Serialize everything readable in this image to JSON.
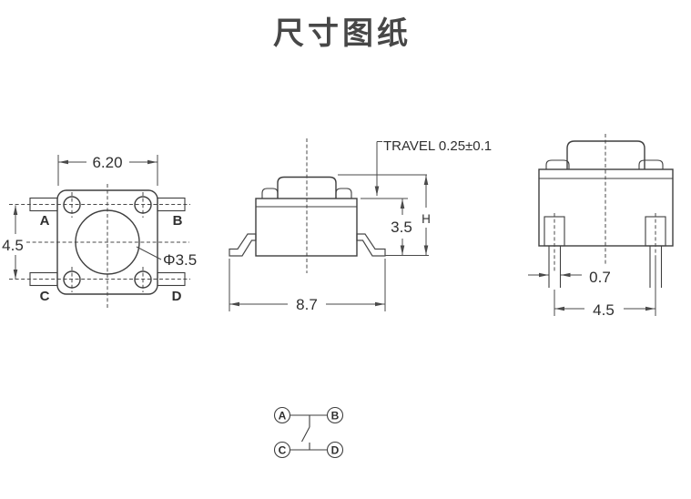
{
  "title": "尺寸图纸",
  "colors": {
    "line": "#3e3e3e",
    "dimension": "#4a4a4a",
    "text": "#2f2f2f"
  },
  "top_view": {
    "width_dim": "6.20",
    "height_dim": "4.5",
    "knob_dim": "Φ3.5",
    "pins": {
      "a": "A",
      "b": "B",
      "c": "C",
      "d": "D"
    }
  },
  "front_view": {
    "travel_label": "TRAVEL 0.25±0.1",
    "body_height_dim": "3.5",
    "free_height_dim": "H",
    "width_dim": "8.7"
  },
  "side_view": {
    "pin_width_dim": "0.7",
    "pin_pitch_dim": "4.5"
  },
  "schematic": {
    "terminals": {
      "a": "A",
      "b": "B",
      "c": "C",
      "d": "D"
    }
  }
}
